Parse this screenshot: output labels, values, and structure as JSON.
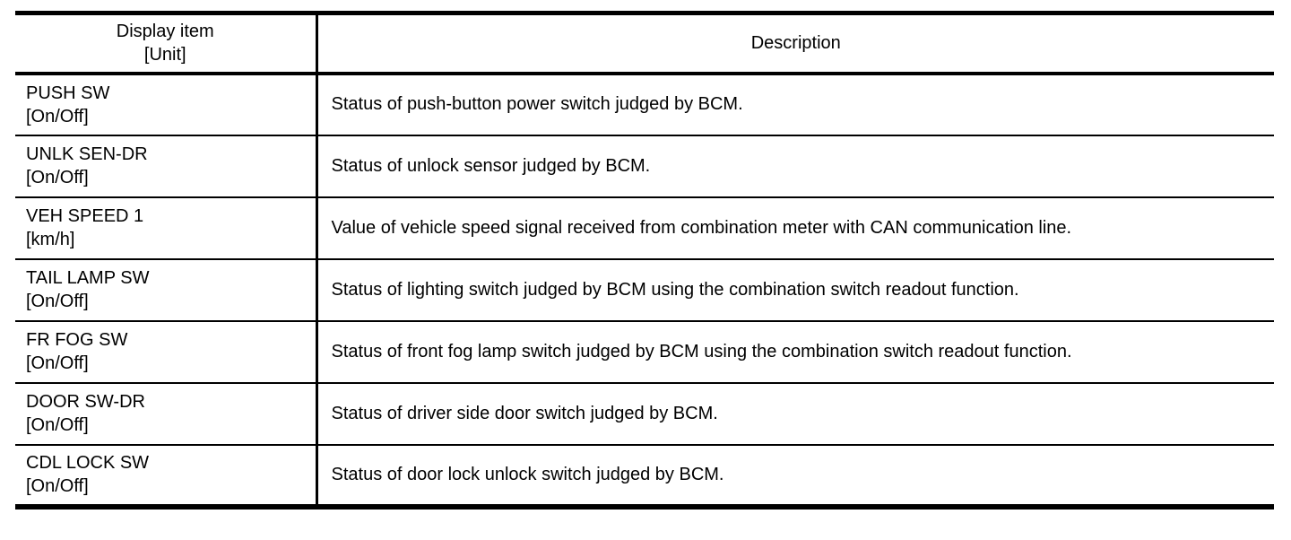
{
  "table": {
    "headers": {
      "display_item_line1": "Display item",
      "display_item_line2": "[Unit]",
      "description": "Description"
    },
    "rows": [
      {
        "item": "PUSH SW",
        "unit": "[On/Off]",
        "description": "Status of push-button power switch judged by BCM."
      },
      {
        "item": "UNLK SEN-DR",
        "unit": "[On/Off]",
        "description": "Status of unlock sensor judged by BCM."
      },
      {
        "item": "VEH SPEED 1",
        "unit": "[km/h]",
        "description": "Value of vehicle speed signal received from combination meter with CAN communication line."
      },
      {
        "item": "TAIL LAMP SW",
        "unit": "[On/Off]",
        "description": "Status of lighting switch judged by BCM using the combination switch readout function."
      },
      {
        "item": "FR FOG SW",
        "unit": "[On/Off]",
        "description": "Status of front fog lamp switch judged by BCM using the combination switch readout function."
      },
      {
        "item": "DOOR SW-DR",
        "unit": "[On/Off]",
        "description": "Status of driver side door switch judged by BCM."
      },
      {
        "item": "CDL LOCK SW",
        "unit": "[On/Off]",
        "description": "Status of door lock unlock switch judged by BCM."
      }
    ],
    "colors": {
      "text": "#000000",
      "border": "#000000",
      "background": "#ffffff"
    }
  }
}
